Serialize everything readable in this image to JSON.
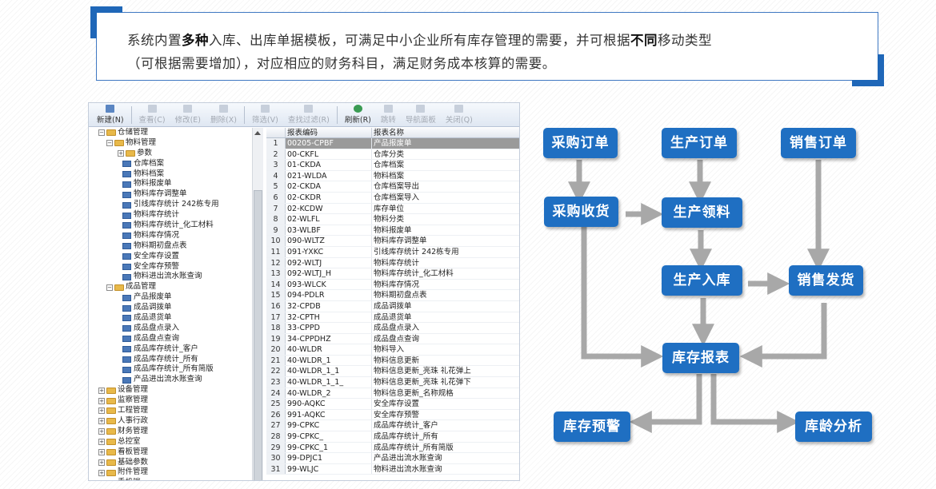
{
  "intro": {
    "line1_a": "系统内置",
    "line1_b": "多种",
    "line1_c": "入库、出库单据模板，可满足中小企业所有库存管理的需要，并可根据",
    "line1_d": "不同",
    "line1_e": "移动类型",
    "line2": "（可根据需要增加），对应相应的财务科目，满足财务成本核算的需要。"
  },
  "toolbar": {
    "new": "新建(N)",
    "view": "查看(C)",
    "edit": "修改(E)",
    "delete": "删除(X)",
    "filter": "筛选(V)",
    "find": "查找过滤(R)",
    "refresh": "刷新(R)",
    "jump": "跳转",
    "nav": "导航面板",
    "close": "关闭(Q)"
  },
  "tree": [
    {
      "label": "仓储管理",
      "type": "folder",
      "expand": "−"
    },
    {
      "label": "物料管理",
      "type": "folder",
      "expand": "−"
    },
    {
      "label": "参数",
      "type": "folder",
      "expand": "+"
    },
    {
      "label": "仓库档案",
      "type": "leaf"
    },
    {
      "label": "物料档案",
      "type": "leaf"
    },
    {
      "label": "物料报废单",
      "type": "leaf"
    },
    {
      "label": "物料库存调整单",
      "type": "leaf"
    },
    {
      "label": "引线库存统计 242栋专用",
      "type": "leaf"
    },
    {
      "label": "物料库存统计",
      "type": "leaf"
    },
    {
      "label": "物料库存统计_化工材料",
      "type": "leaf"
    },
    {
      "label": "物料库存情况",
      "type": "leaf"
    },
    {
      "label": "物料期初盘点表",
      "type": "leaf"
    },
    {
      "label": "安全库存设置",
      "type": "leaf"
    },
    {
      "label": "安全库存预警",
      "type": "leaf"
    },
    {
      "label": "物料进出流水账查询",
      "type": "leaf"
    },
    {
      "label": "成品管理",
      "type": "folder",
      "expand": "−"
    },
    {
      "label": "产品报废单",
      "type": "leaf"
    },
    {
      "label": "成品调拨单",
      "type": "leaf"
    },
    {
      "label": "成品退货单",
      "type": "leaf"
    },
    {
      "label": "成品盘点录入",
      "type": "leaf"
    },
    {
      "label": "成品盘点查询",
      "type": "leaf"
    },
    {
      "label": "成品库存统计_客户",
      "type": "leaf"
    },
    {
      "label": "成品库存统计_所有",
      "type": "leaf"
    },
    {
      "label": "成品库存统计_所有简版",
      "type": "leaf"
    },
    {
      "label": "产品进出流水账查询",
      "type": "leaf"
    },
    {
      "label": "设备管理",
      "type": "folder",
      "expand": "+"
    },
    {
      "label": "监察管理",
      "type": "folder",
      "expand": "+"
    },
    {
      "label": "工程管理",
      "type": "folder",
      "expand": "+"
    },
    {
      "label": "人事行政",
      "type": "folder",
      "expand": "+"
    },
    {
      "label": "财务管理",
      "type": "folder",
      "expand": "+"
    },
    {
      "label": "总控室",
      "type": "folder",
      "expand": "+"
    },
    {
      "label": "看板管理",
      "type": "folder",
      "expand": "+"
    },
    {
      "label": "基础参数",
      "type": "folder",
      "expand": "+"
    },
    {
      "label": "附件管理",
      "type": "folder",
      "expand": "+"
    },
    {
      "label": "手机端",
      "type": "folder",
      "expand": "+"
    }
  ],
  "grid": {
    "col_code": "报表编码",
    "col_name": "报表名称",
    "rows": [
      {
        "no": "1",
        "code": "00205-CPBF",
        "name": "产品报废单"
      },
      {
        "no": "2",
        "code": "00-CKFL",
        "name": "仓库分类"
      },
      {
        "no": "3",
        "code": "01-CKDA",
        "name": "仓库档案"
      },
      {
        "no": "4",
        "code": "021-WLDA",
        "name": "物料档案"
      },
      {
        "no": "5",
        "code": "02-CKDA",
        "name": "仓库档案导出"
      },
      {
        "no": "6",
        "code": "02-CKDR",
        "name": "仓库档案导入"
      },
      {
        "no": "7",
        "code": "02-KCDW",
        "name": "库存单位"
      },
      {
        "no": "8",
        "code": "02-WLFL",
        "name": "物料分类"
      },
      {
        "no": "9",
        "code": "03-WLBF",
        "name": "物料报废单"
      },
      {
        "no": "10",
        "code": "090-WLTZ",
        "name": "物料库存调整单"
      },
      {
        "no": "11",
        "code": "091-YXKC",
        "name": "引线库存统计 242栋专用"
      },
      {
        "no": "12",
        "code": "092-WLTJ",
        "name": "物料库存统计"
      },
      {
        "no": "13",
        "code": "092-WLTJ_H",
        "name": "物料库存统计_化工材料"
      },
      {
        "no": "14",
        "code": "093-WLCK",
        "name": "物料库存情况"
      },
      {
        "no": "15",
        "code": "094-PDLR",
        "name": "物料期初盘点表"
      },
      {
        "no": "16",
        "code": "32-CPDB",
        "name": "成品调拨单"
      },
      {
        "no": "17",
        "code": "32-CPTH",
        "name": "成品退货单"
      },
      {
        "no": "18",
        "code": "33-CPPD",
        "name": "成品盘点录入"
      },
      {
        "no": "19",
        "code": "34-CPPDHZ",
        "name": "成品盘点查询"
      },
      {
        "no": "20",
        "code": "40-WLDR",
        "name": "物料导入"
      },
      {
        "no": "21",
        "code": "40-WLDR_1",
        "name": "物料信息更新"
      },
      {
        "no": "22",
        "code": "40-WLDR_1_1",
        "name": "物料信息更新_亮珠 礼花弹上"
      },
      {
        "no": "23",
        "code": "40-WLDR_1_1_",
        "name": "物料信息更新_亮珠 礼花弹下"
      },
      {
        "no": "24",
        "code": "40-WLDR_2",
        "name": "物料信息更新_名称规格"
      },
      {
        "no": "25",
        "code": "990-AQKC",
        "name": "安全库存设置"
      },
      {
        "no": "26",
        "code": "991-AQKC",
        "name": "安全库存预警"
      },
      {
        "no": "27",
        "code": "99-CPKC",
        "name": "成品库存统计_客户"
      },
      {
        "no": "28",
        "code": "99-CPKC_",
        "name": "成品库存统计_所有"
      },
      {
        "no": "29",
        "code": "99-CPKC_1",
        "name": "成品库存统计_所有简版"
      },
      {
        "no": "30",
        "code": "99-DPJC1",
        "name": "产品进出流水账查询"
      },
      {
        "no": "31",
        "code": "99-WLJC",
        "name": "物料进出流水账查询"
      }
    ]
  },
  "flow": {
    "purchase_order": "采购订单",
    "production_order": "生产订单",
    "sales_order": "销售订单",
    "purchase_receipt": "采购收货",
    "production_picking": "生产领料",
    "production_inbound": "生产入库",
    "sales_delivery": "销售发货",
    "inventory_report": "库存报表",
    "inventory_alert": "库存预警",
    "inventory_aging": "库龄分析"
  },
  "colors": {
    "accent": "#1f6fc2",
    "arrow": "#a8a8a8",
    "selected_row": "#9a9a9a"
  }
}
